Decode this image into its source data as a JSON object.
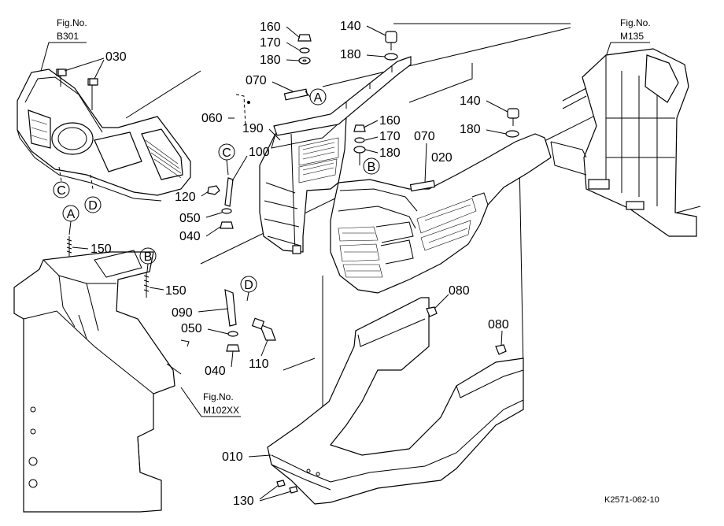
{
  "figure_refs": {
    "top_left": {
      "line1": "Fig.No.",
      "line2": "B301"
    },
    "top_right": {
      "line1": "Fig.No.",
      "line2": "M135"
    },
    "bottom_middle": {
      "line1": "Fig.No.",
      "line2": "M102XX"
    }
  },
  "part_labels": {
    "p030": "030",
    "p160a": "160",
    "p170a": "170",
    "p180a": "180",
    "p140a": "140",
    "p180b": "180",
    "p070a": "070",
    "p060": "060",
    "p190": "190",
    "p100": "100",
    "p120": "120",
    "p050a": "050",
    "p040a": "040",
    "p150a": "150",
    "p150b": "150",
    "p090": "090",
    "p050b": "050",
    "p040b": "040",
    "p110": "110",
    "p160b": "160",
    "p170b": "170",
    "p180c": "180",
    "p070b": "070",
    "p020": "020",
    "p140b": "140",
    "p180d": "180",
    "p080a": "080",
    "p080b": "080",
    "p010": "010",
    "p130": "130"
  },
  "callouts": {
    "cA1": "A",
    "cB1": "B",
    "cC1": "C",
    "cD1": "D",
    "cC2": "C",
    "cD2": "D",
    "cA2": "A",
    "cB2": "B"
  },
  "drawing_code": "K2571-062-10"
}
